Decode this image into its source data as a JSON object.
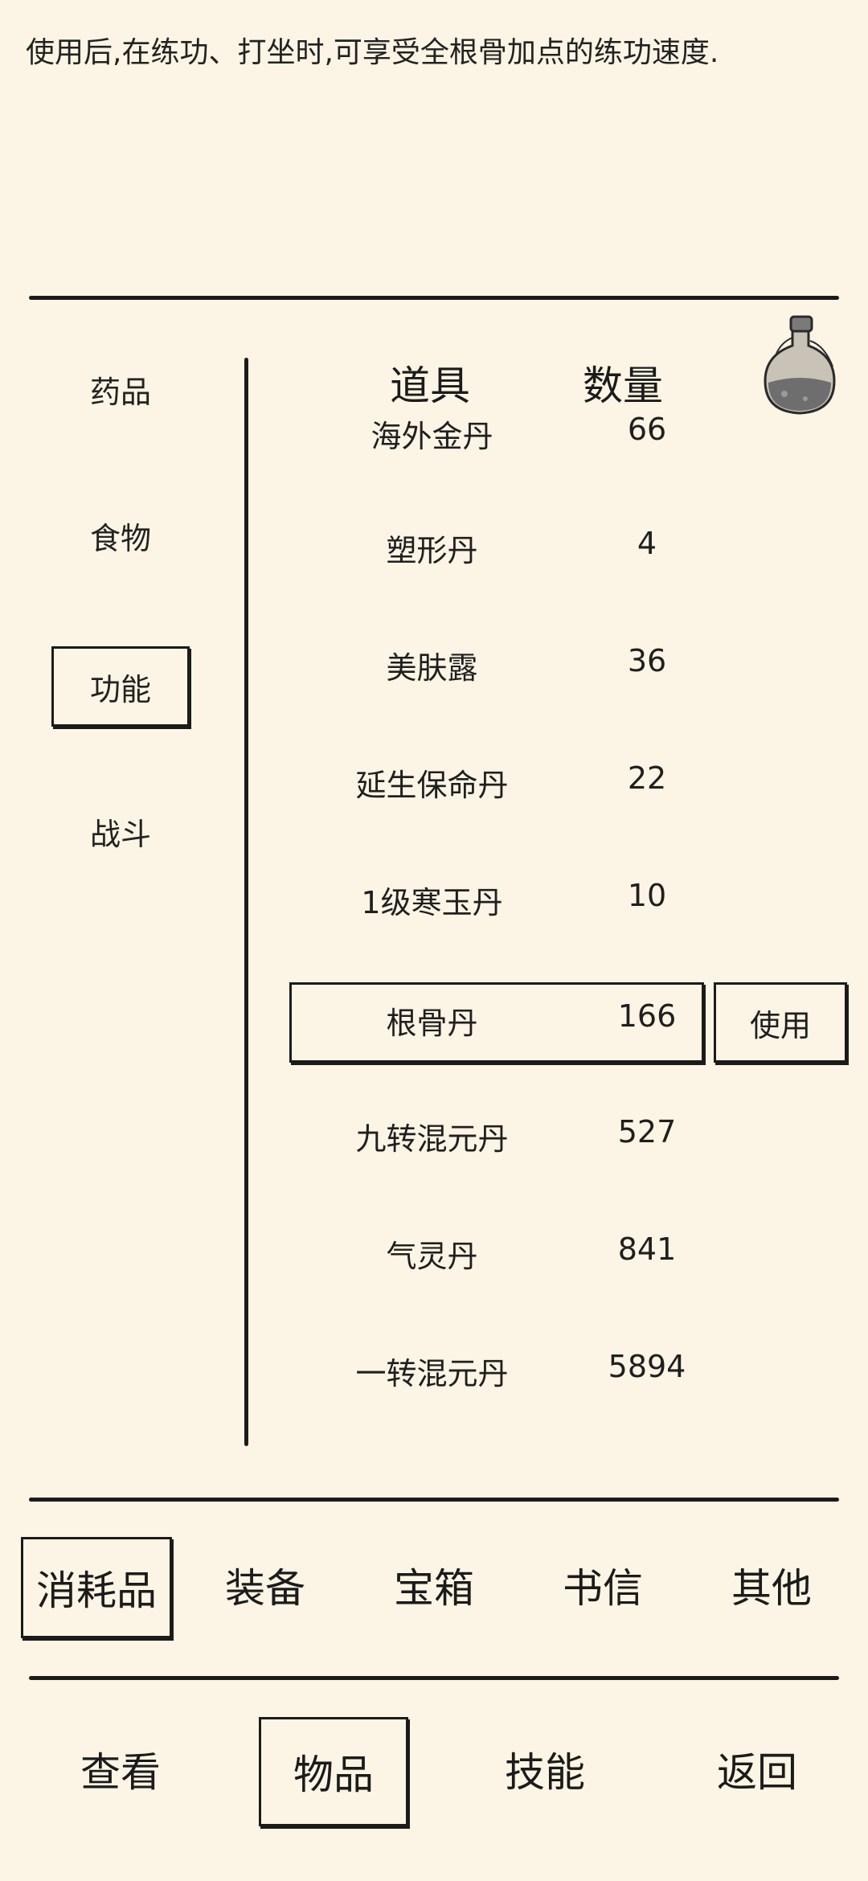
{
  "description": "使用后,在练功、打坐时,可享受全根骨加点的练功速度.",
  "categories": [
    {
      "label": "药品",
      "selected": false
    },
    {
      "label": "食物",
      "selected": false
    },
    {
      "label": "功能",
      "selected": true
    },
    {
      "label": "战斗",
      "selected": false
    }
  ],
  "list": {
    "header_item": "道具",
    "header_qty": "数量",
    "partial_item": "海外金丹",
    "partial_qty": "66",
    "items": [
      {
        "name": "塑形丹",
        "qty": "4"
      },
      {
        "name": "美肤露",
        "qty": "36"
      },
      {
        "name": "延生保命丹",
        "qty": "22"
      },
      {
        "name": "1级寒玉丹",
        "qty": "10"
      },
      {
        "name": "根骨丹",
        "qty": "166",
        "selected": true
      },
      {
        "name": "九转混元丹",
        "qty": "527"
      },
      {
        "name": "气灵丹",
        "qty": "841"
      },
      {
        "name": "一转混元丹",
        "qty": "5894"
      }
    ],
    "use_label": "使用"
  },
  "icon": "potion-bottle-icon",
  "tabs": [
    {
      "label": "消耗品",
      "selected": true
    },
    {
      "label": "装备",
      "selected": false
    },
    {
      "label": "宝箱",
      "selected": false
    },
    {
      "label": "书信",
      "selected": false
    },
    {
      "label": "其他",
      "selected": false
    }
  ],
  "nav": [
    {
      "label": "查看",
      "selected": false
    },
    {
      "label": "物品",
      "selected": true
    },
    {
      "label": "技能",
      "selected": false
    },
    {
      "label": "返回",
      "selected": false
    }
  ],
  "colors": {
    "background": "#fcf5e5",
    "ink": "#1b1b1b"
  }
}
